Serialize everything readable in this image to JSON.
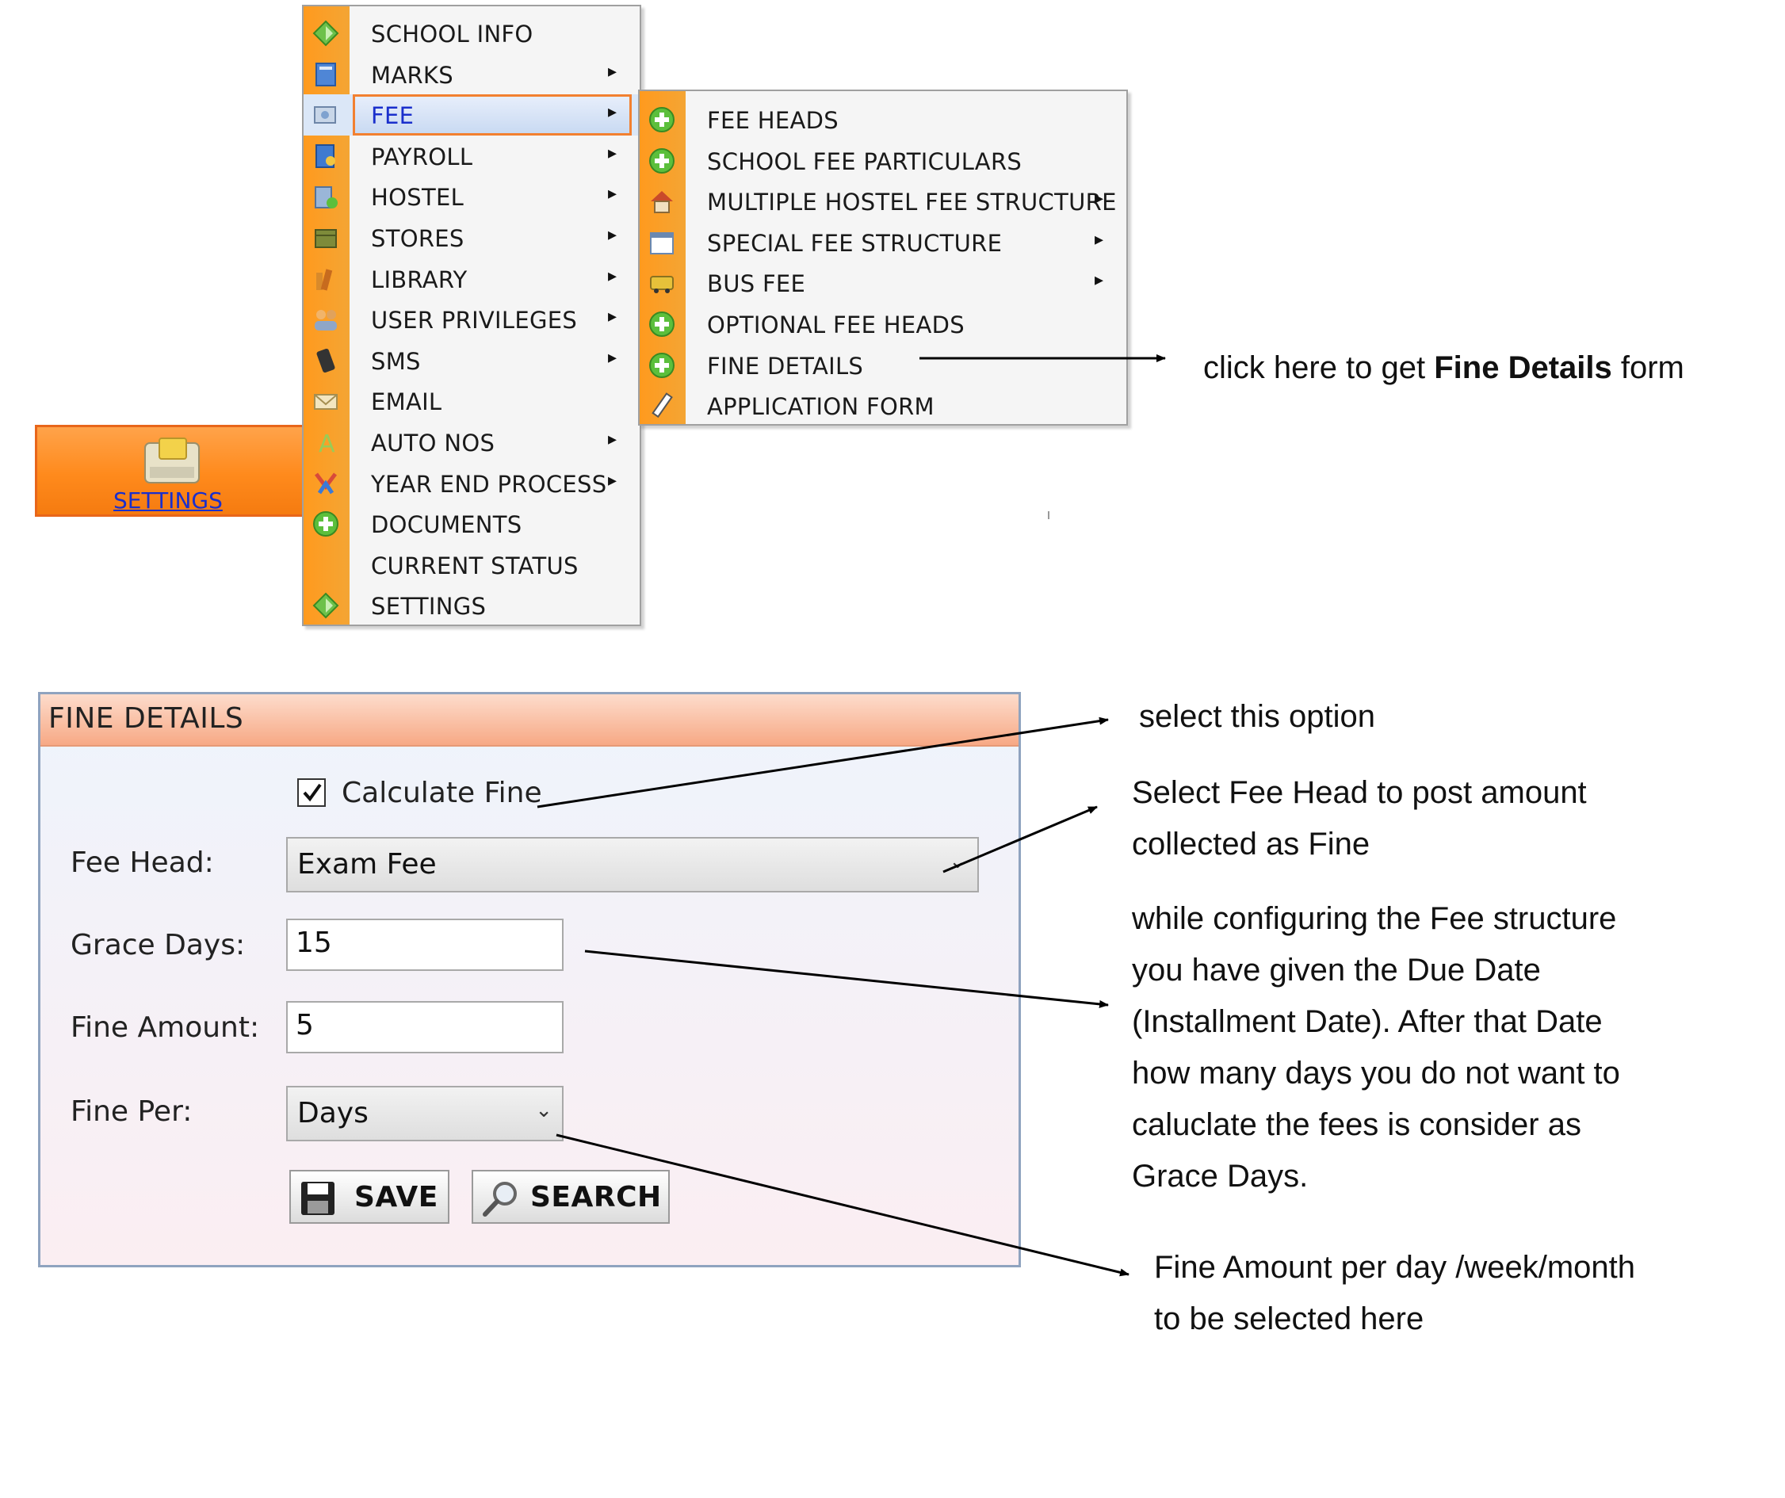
{
  "settings_button": {
    "label": "SETTINGS"
  },
  "main_menu": {
    "items": [
      {
        "label": "SCHOOL INFO",
        "submenu": false,
        "icon": "green-diamond-icon"
      },
      {
        "label": "MARKS",
        "submenu": true,
        "icon": "book-icon"
      },
      {
        "label": "FEE",
        "submenu": true,
        "icon": "money-icon",
        "selected": true
      },
      {
        "label": "PAYROLL",
        "submenu": true,
        "icon": "payroll-book-icon"
      },
      {
        "label": "HOSTEL",
        "submenu": true,
        "icon": "building-icon"
      },
      {
        "label": "STORES",
        "submenu": true,
        "icon": "box-icon"
      },
      {
        "label": "LIBRARY",
        "submenu": true,
        "icon": "books-icon"
      },
      {
        "label": "USER PRIVILEGES",
        "submenu": true,
        "icon": "users-icon"
      },
      {
        "label": "SMS",
        "submenu": true,
        "icon": "phone-icon"
      },
      {
        "label": "EMAIL",
        "submenu": false,
        "icon": "envelope-icon"
      },
      {
        "label": "AUTO NOS",
        "submenu": true,
        "icon": "letter-a-icon"
      },
      {
        "label": "YEAR END PROCESS",
        "submenu": true,
        "icon": "ribbon-icon"
      },
      {
        "label": "DOCUMENTS",
        "submenu": false,
        "icon": "green-plus-icon"
      },
      {
        "label": "CURRENT STATUS",
        "submenu": false,
        "icon": ""
      },
      {
        "label": "SETTINGS",
        "submenu": false,
        "icon": "green-diamond-icon"
      }
    ]
  },
  "fee_menu": {
    "items": [
      {
        "label": "FEE HEADS",
        "submenu": false,
        "icon": "green-plus-icon"
      },
      {
        "label": "SCHOOL FEE PARTICULARS",
        "submenu": false,
        "icon": "green-plus-icon"
      },
      {
        "label": "MULTIPLE HOSTEL FEE STRUCTURE",
        "submenu": true,
        "icon": "house-icon"
      },
      {
        "label": "SPECIAL FEE STRUCTURE",
        "submenu": true,
        "icon": "calendar-icon"
      },
      {
        "label": "BUS FEE",
        "submenu": true,
        "icon": "bus-icon"
      },
      {
        "label": "OPTIONAL FEE HEADS",
        "submenu": false,
        "icon": "green-plus-icon"
      },
      {
        "label": "FINE DETAILS",
        "submenu": false,
        "icon": "green-plus-icon"
      },
      {
        "label": "APPLICATION FORM",
        "submenu": false,
        "icon": "pencil-icon"
      }
    ]
  },
  "annotations": {
    "click_prefix": "click here to get ",
    "click_bold": "Fine Details",
    "click_suffix": " form",
    "select_option": "select this option",
    "fee_head_line1": "Select Fee Head to post amount",
    "fee_head_line2": "collected as Fine",
    "grace_line1": "while configuring the Fee structure",
    "grace_line2": "you have  given  the Due Date",
    "grace_line3": "(Installment Date). After that Date",
    "grace_line4": "how many days you do not want to",
    "grace_line5": "caluclate the fees is consider as",
    "grace_line6": "Grace Days.",
    "fine_per_line1": "Fine Amount per day /week/month",
    "fine_per_line2": "to be selected here"
  },
  "fine_details": {
    "title": "FINE DETAILS",
    "calculate_fine_label": "Calculate Fine",
    "calculate_fine_checked": true,
    "fee_head_label": "Fee Head:",
    "fee_head_value": "Exam Fee",
    "grace_days_label": "Grace Days:",
    "grace_days_value": "15",
    "fine_amount_label": "Fine Amount:",
    "fine_amount_value": "5",
    "fine_per_label": "Fine Per:",
    "fine_per_value": "Days",
    "save_label": "SAVE",
    "search_label": "SEARCH"
  },
  "colors": {
    "menu_strip": "#ff9a1e",
    "selected_border": "#f28030",
    "selected_text": "#1a2fcc",
    "panel_header": "#f7a985",
    "panel_border": "#8fa3bf"
  }
}
